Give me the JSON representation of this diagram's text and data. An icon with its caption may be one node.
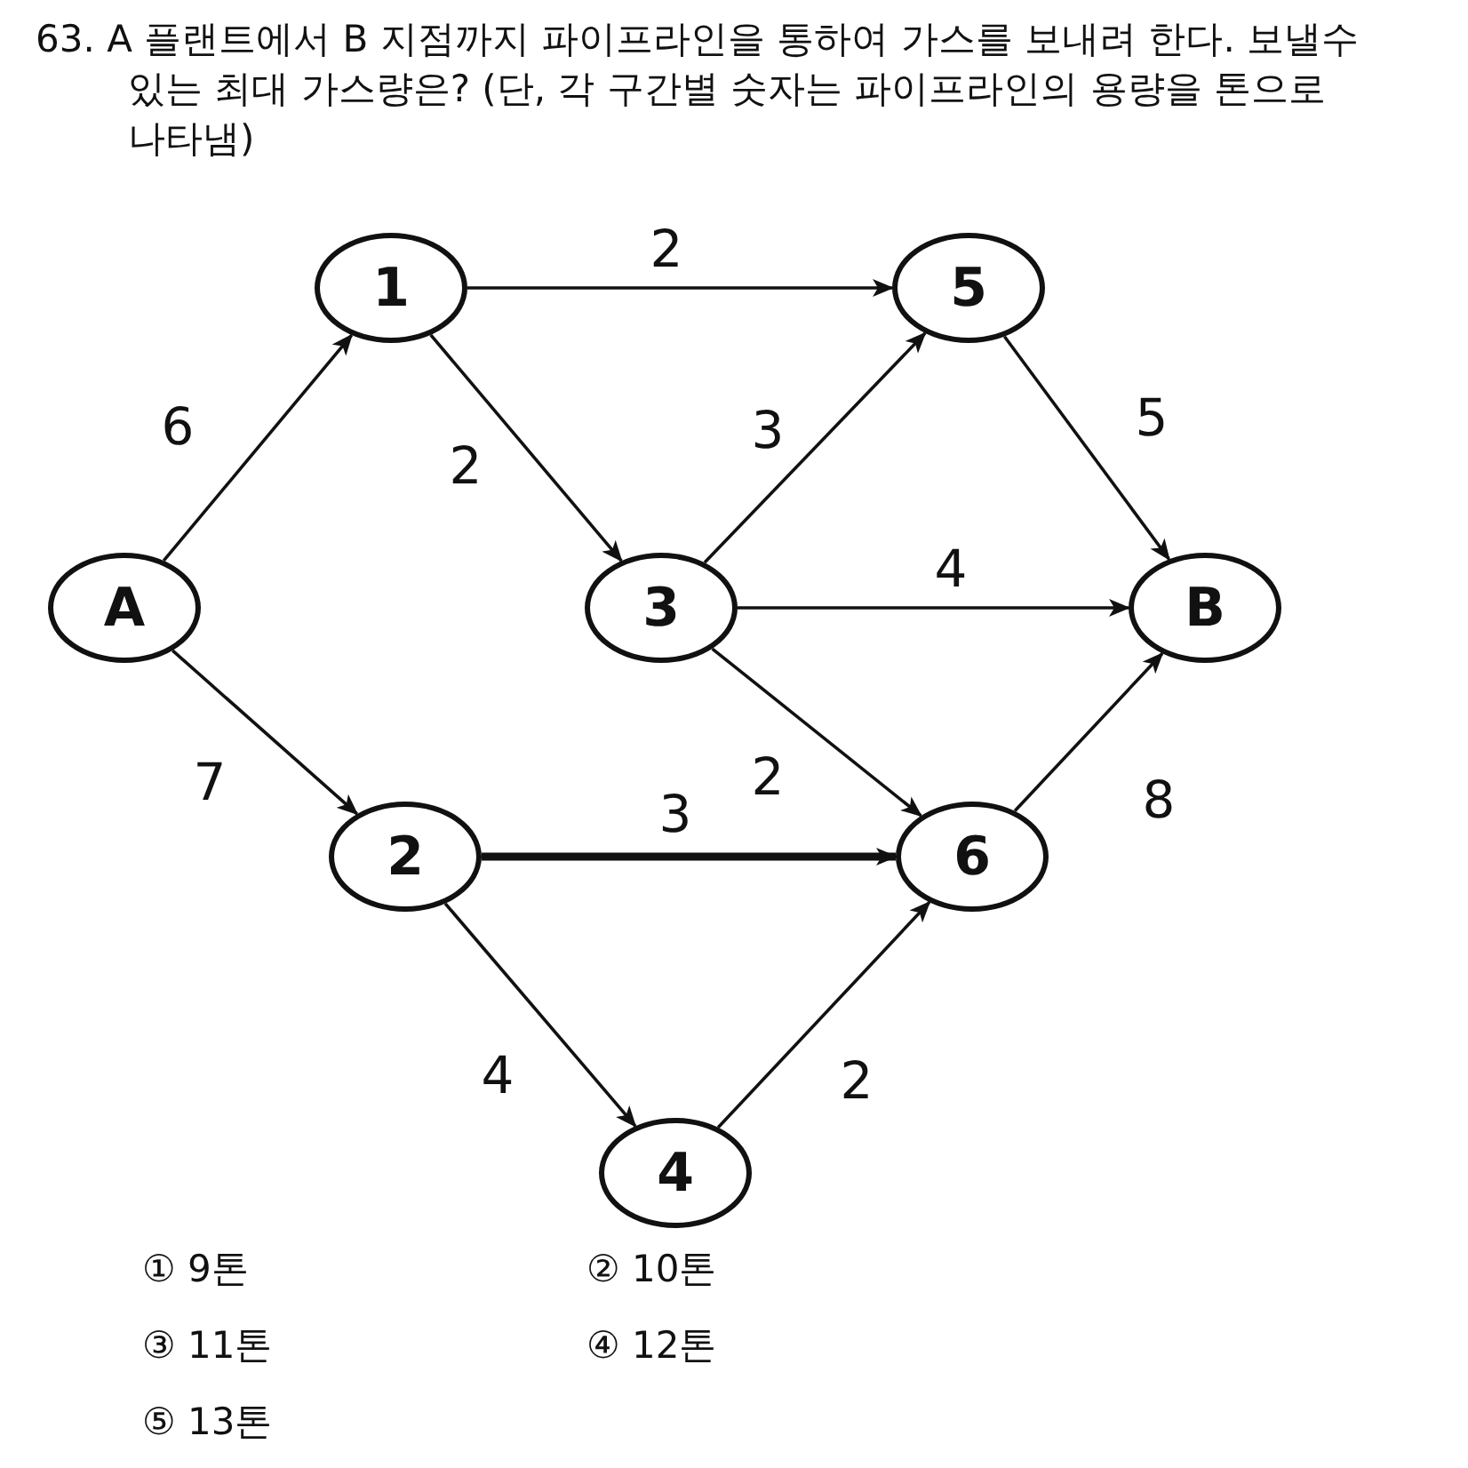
{
  "diagram": {
    "title": "63. A 플랜트에서 B 지점까지 파이프라인을 통하여 가스를 보내려 한다. 보낼수 있는 최대 가스량은? (단, 각 구간별 숫자는 파이프라인의 용량을 톤으로 나타냄)",
    "nodes": [
      {
        "text": [
          "1"
        ]
      },
      {
        "text": [
          "5"
        ]
      },
      {
        "text": [
          "A"
        ]
      },
      {
        "text": [
          "3"
        ]
      },
      {
        "text": [
          "B"
        ]
      },
      {
        "text": [
          "2"
        ]
      },
      {
        "text": [
          "6"
        ]
      },
      {
        "text": [
          "4"
        ]
      }
    ],
    "edges": [
      {
        "from": 2,
        "to": 0,
        "arrow": "to",
        "label": "6"
      },
      {
        "from": 0,
        "to": 1,
        "arrow": "to",
        "label": "2"
      },
      {
        "from": 0,
        "to": 3,
        "arrow": "to",
        "label": "2"
      },
      {
        "from": 3,
        "to": 1,
        "arrow": "to",
        "label": "3"
      },
      {
        "from": 1,
        "to": 4,
        "arrow": "to",
        "label": "5"
      },
      {
        "from": 2,
        "to": 5,
        "arrow": "to",
        "label": "7"
      },
      {
        "from": 3,
        "to": 4,
        "arrow": "to",
        "label": "4"
      },
      {
        "from": 3,
        "to": 6,
        "arrow": "to",
        "label": "2"
      },
      {
        "from": 5,
        "to": 6,
        "arrow": "to",
        "label": "3",
        "style": "thick"
      },
      {
        "from": 6,
        "to": 4,
        "arrow": "to",
        "label": "8"
      },
      {
        "from": 5,
        "to": 7,
        "arrow": "to",
        "label": "4"
      },
      {
        "from": 7,
        "to": 6,
        "arrow": "to",
        "label": "2"
      }
    ],
    "labels": [
      "① 9톤",
      "② 10톤",
      "③ 11톤",
      "④ 12톤",
      "⑤ 13톤"
    ]
  }
}
